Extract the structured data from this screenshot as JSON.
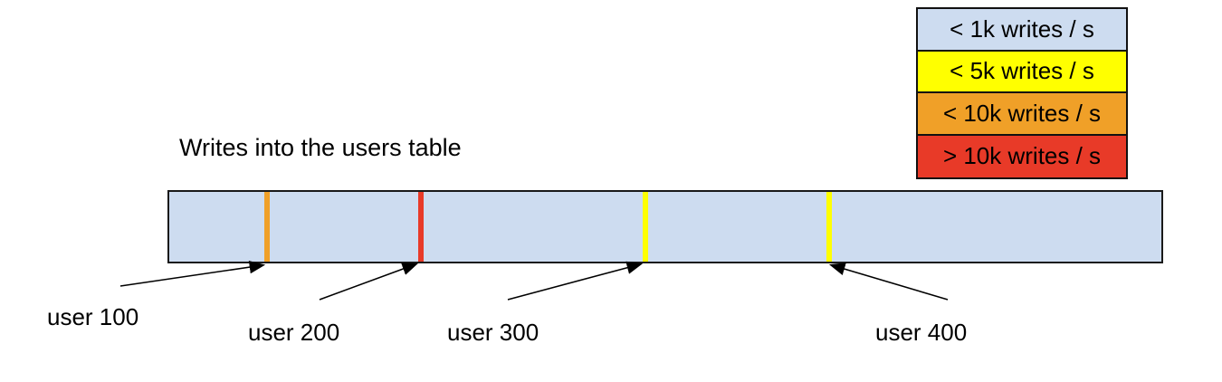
{
  "title": "Writes into the users table",
  "legend": {
    "items": [
      {
        "id": "lt-1k-writes",
        "label": "< 1k writes / s",
        "color": "#CDDCF0"
      },
      {
        "id": "lt-5k-writes",
        "label": "< 5k writes / s",
        "color": "#FFFF00"
      },
      {
        "id": "lt-10k-writes",
        "label": "< 10k writes / s",
        "color": "#F0A028"
      },
      {
        "id": "gt-10k-writes",
        "label": "> 10k writes / s",
        "color": "#E83A28"
      }
    ]
  },
  "bar": {
    "fill": "#CDDCF0",
    "border": "#000000"
  },
  "markers": [
    {
      "label": "user 100",
      "color": "#F0A028"
    },
    {
      "label": "user 200",
      "color": "#E83A28"
    },
    {
      "label": "user 300",
      "color": "#FFFF00"
    },
    {
      "label": "user 400",
      "color": "#FFFF00"
    }
  ]
}
